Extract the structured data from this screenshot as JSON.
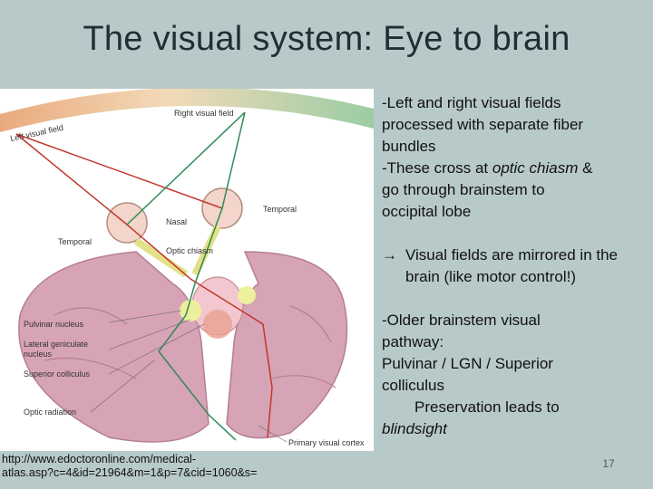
{
  "slide": {
    "title": "The visual system: Eye to brain",
    "page_number": "17"
  },
  "figure": {
    "labels": {
      "left_visual_field": "Left visual field",
      "right_visual_field": "Right visual field",
      "nasal": "Nasal",
      "temporal_right": "Temporal",
      "temporal_left": "Temporal",
      "optic_chiasm": "Optic chiasm",
      "pulvinar": "Pulvinar nucleus",
      "lgn_line1": "Lateral geniculate",
      "lgn_line2": "nucleus",
      "superior_colliculus": "Superior colliculus",
      "optic_radiation": "Optic radiation",
      "primary_visual_cortex": "Primary visual cortex"
    },
    "colors": {
      "left_field": "#e8a070",
      "right_field": "#8fc79a",
      "left_pathway": "#c0392b",
      "right_pathway": "#2e8b57",
      "brain": "#d7a3b6"
    }
  },
  "caption": {
    "line1": "http://www.edoctoronline.com/medical-",
    "line2": "atlas.asp?c=4&id=21964&m=1&p=7&cid=1060&s="
  },
  "text": {
    "p1": [
      "-Left and right visual fields",
      "processed with separate fiber",
      "bundles",
      "-These cross at "
    ],
    "p1_italic": "optic chiasm",
    "p1_after": " &",
    "p1_rest": [
      "go through brainstem to",
      "occipital lobe"
    ],
    "p2_arrow": "→",
    "p2": "Visual fields are mirrored in the brain (like motor control!)",
    "p3": [
      "-Older brainstem visual",
      "pathway:",
      "Pulvinar / LGN / Superior",
      "colliculus"
    ],
    "p3_indent": "Preservation leads to",
    "p3_italic": "blindsight"
  }
}
